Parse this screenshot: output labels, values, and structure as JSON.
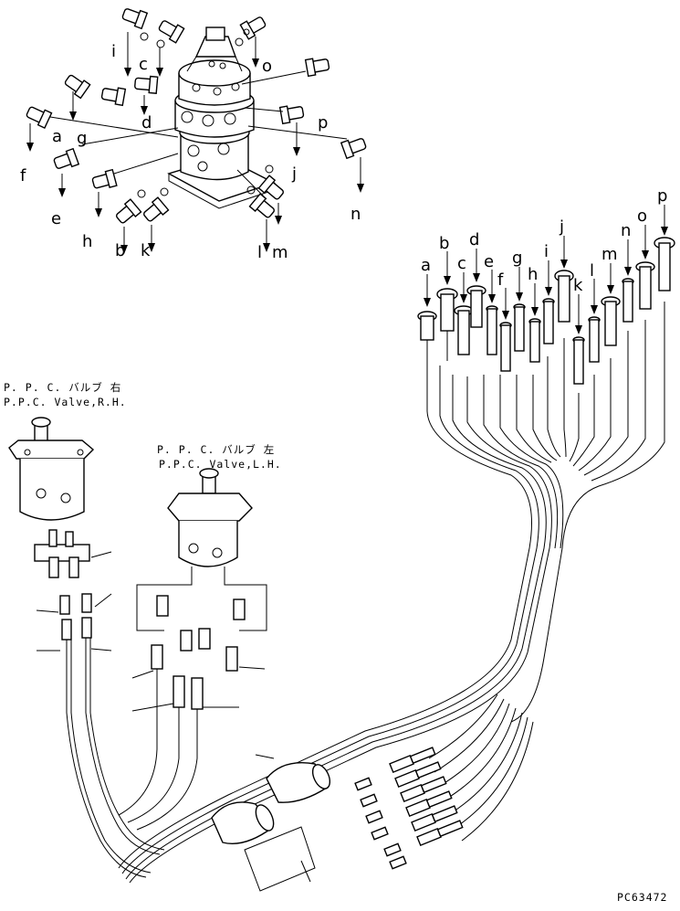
{
  "captions": {
    "ppc_right_jp": "P. P. C. バルブ 右",
    "ppc_right_en": "P.P.C. Valve,R.H.",
    "ppc_left_jp": "P. P. C. バルブ 左",
    "ppc_left_en": "P.P.C. Valve,L.H.",
    "part_code": "PC63472"
  },
  "swivel_labels": [
    {
      "id": "i",
      "text": "i"
    },
    {
      "id": "c",
      "text": "c"
    },
    {
      "id": "o",
      "text": "o"
    },
    {
      "id": "d",
      "text": "d"
    },
    {
      "id": "p",
      "text": "p"
    },
    {
      "id": "a",
      "text": "a"
    },
    {
      "id": "g",
      "text": "g"
    },
    {
      "id": "f",
      "text": "f"
    },
    {
      "id": "j",
      "text": "j"
    },
    {
      "id": "e",
      "text": "e"
    },
    {
      "id": "n",
      "text": "n"
    },
    {
      "id": "h",
      "text": "h"
    },
    {
      "id": "m",
      "text": "m"
    },
    {
      "id": "b",
      "text": "b"
    },
    {
      "id": "k",
      "text": "k"
    },
    {
      "id": "l",
      "text": "l"
    }
  ],
  "hose_labels": [
    {
      "id": "a",
      "text": "a"
    },
    {
      "id": "b",
      "text": "b"
    },
    {
      "id": "c",
      "text": "c"
    },
    {
      "id": "d",
      "text": "d"
    },
    {
      "id": "e",
      "text": "e"
    },
    {
      "id": "f",
      "text": "f"
    },
    {
      "id": "g",
      "text": "g"
    },
    {
      "id": "h",
      "text": "h"
    },
    {
      "id": "i",
      "text": "i"
    },
    {
      "id": "j",
      "text": "j"
    },
    {
      "id": "k",
      "text": "k"
    },
    {
      "id": "l",
      "text": "l"
    },
    {
      "id": "m",
      "text": "m"
    },
    {
      "id": "n",
      "text": "n"
    },
    {
      "id": "o",
      "text": "o"
    },
    {
      "id": "p",
      "text": "p"
    }
  ]
}
